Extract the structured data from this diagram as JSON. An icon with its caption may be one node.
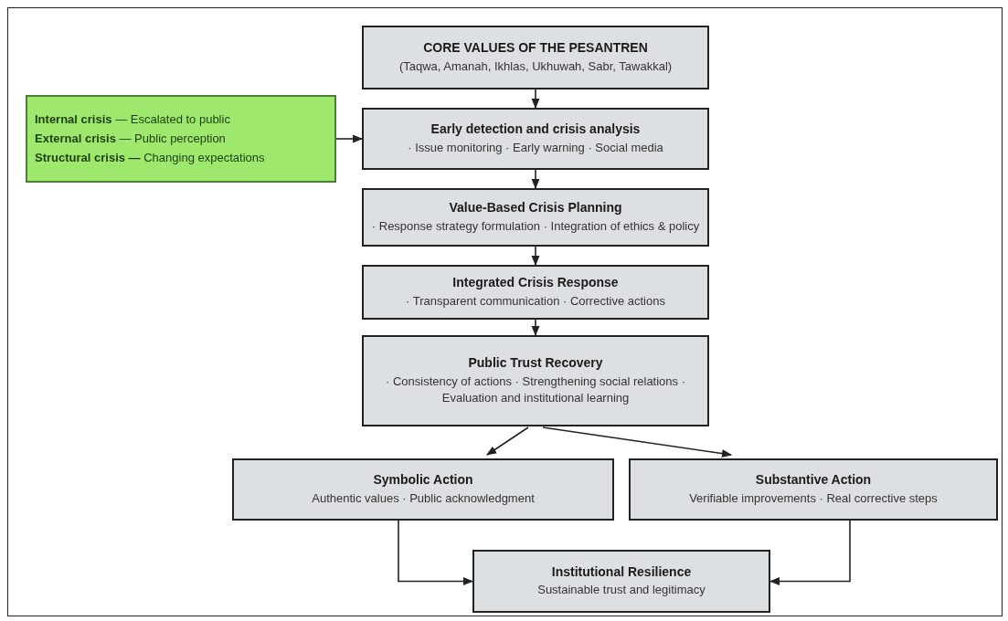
{
  "diagram": {
    "nodes": [
      {
        "text": [
          "CORE VALUES OF THE PESANTREN",
          "(Taqwa, Amanah, Ikhlas, Ukhuwah, Sabr, Tawakkal)"
        ]
      },
      {
        "text": [
          "**Internal crisis** — Escalated to public",
          "**External crisis** — Public perception",
          "**Structural crisis —** Changing expectations"
        ]
      },
      {
        "text": [
          "Early detection and crisis analysis",
          "· Issue monitoring · Early warning · Social media"
        ]
      },
      {
        "text": [
          "Value-Based Crisis Planning",
          "· Response strategy formulation · Integration of ethics & policy"
        ]
      },
      {
        "text": [
          "Integrated Crisis Response",
          "· Transparent communication · Corrective actions"
        ]
      },
      {
        "text": [
          "Public Trust Recovery",
          "· Consistency of actions · Strengthening social relations · Evaluation and institutional learning"
        ]
      },
      {
        "text": [
          "Symbolic Action",
          "Authentic values · Public acknowledgment"
        ]
      },
      {
        "text": [
          "Substantive Action",
          "Verifiable improvements · Real corrective steps"
        ]
      },
      {
        "text": [
          "Institutional Resilience",
          "Sustainable trust and legitimacy"
        ]
      }
    ],
    "edges": [
      {
        "from": 0,
        "to": 2,
        "arrow": "to"
      },
      {
        "from": 1,
        "to": 2,
        "arrow": "to"
      },
      {
        "from": 2,
        "to": 3,
        "arrow": "to"
      },
      {
        "from": 3,
        "to": 4,
        "arrow": "to"
      },
      {
        "from": 4,
        "to": 5,
        "arrow": "to"
      },
      {
        "from": 5,
        "to": 6,
        "arrow": "to"
      },
      {
        "from": 5,
        "to": 7,
        "arrow": "to"
      },
      {
        "from": 6,
        "to": 8,
        "arrow": "to"
      },
      {
        "from": 7,
        "to": 8,
        "arrow": "to"
      }
    ]
  }
}
